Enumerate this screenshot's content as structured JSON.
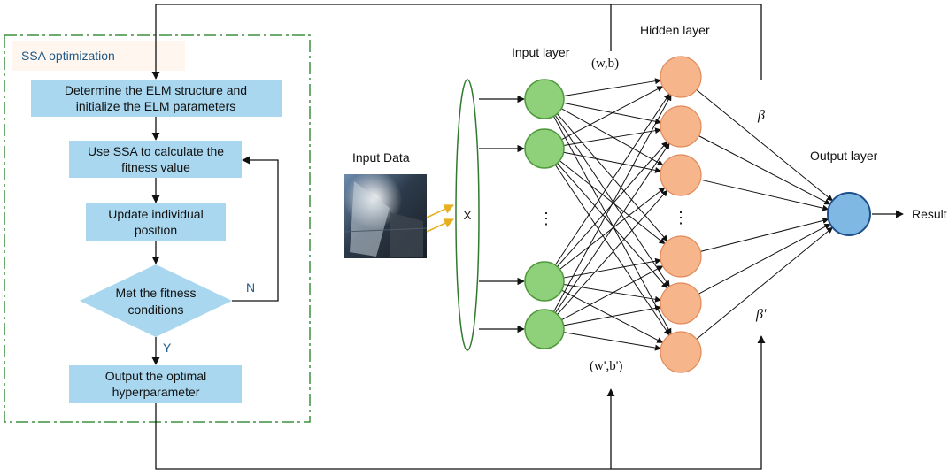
{
  "ssa": {
    "title": "SSA optimization",
    "step1": [
      "Determine the ELM structure and",
      "initialize the ELM parameters"
    ],
    "step2": [
      "Use SSA to calculate the",
      "fitness value"
    ],
    "step3": [
      "Update individual",
      "position"
    ],
    "decision": [
      "Met the fitness",
      "conditions"
    ],
    "no_label": "N",
    "yes_label": "Y",
    "step4": [
      "Output the optimal",
      "hyperparameter"
    ]
  },
  "network": {
    "input_data_label": "Input Data",
    "x_label": "X",
    "input_layer_label": "Input layer",
    "hidden_layer_label": "Hidden layer",
    "output_layer_label": "Output layer",
    "result_label": "Result",
    "weights_top": "(w,b)",
    "weights_bottom": "(w',b')",
    "beta_top": "β",
    "beta_bottom": "β'",
    "ellipsis": "⋮"
  },
  "colors": {
    "box_fill": "#a9d7ef",
    "input_node": "#8fd07a",
    "hidden_node": "#f7b58c",
    "output_node": "#7fb8e2",
    "dashed_border": "#3f8f3f",
    "title_text": "#1f5a8a",
    "arrow_yellow": "#e6b020"
  }
}
